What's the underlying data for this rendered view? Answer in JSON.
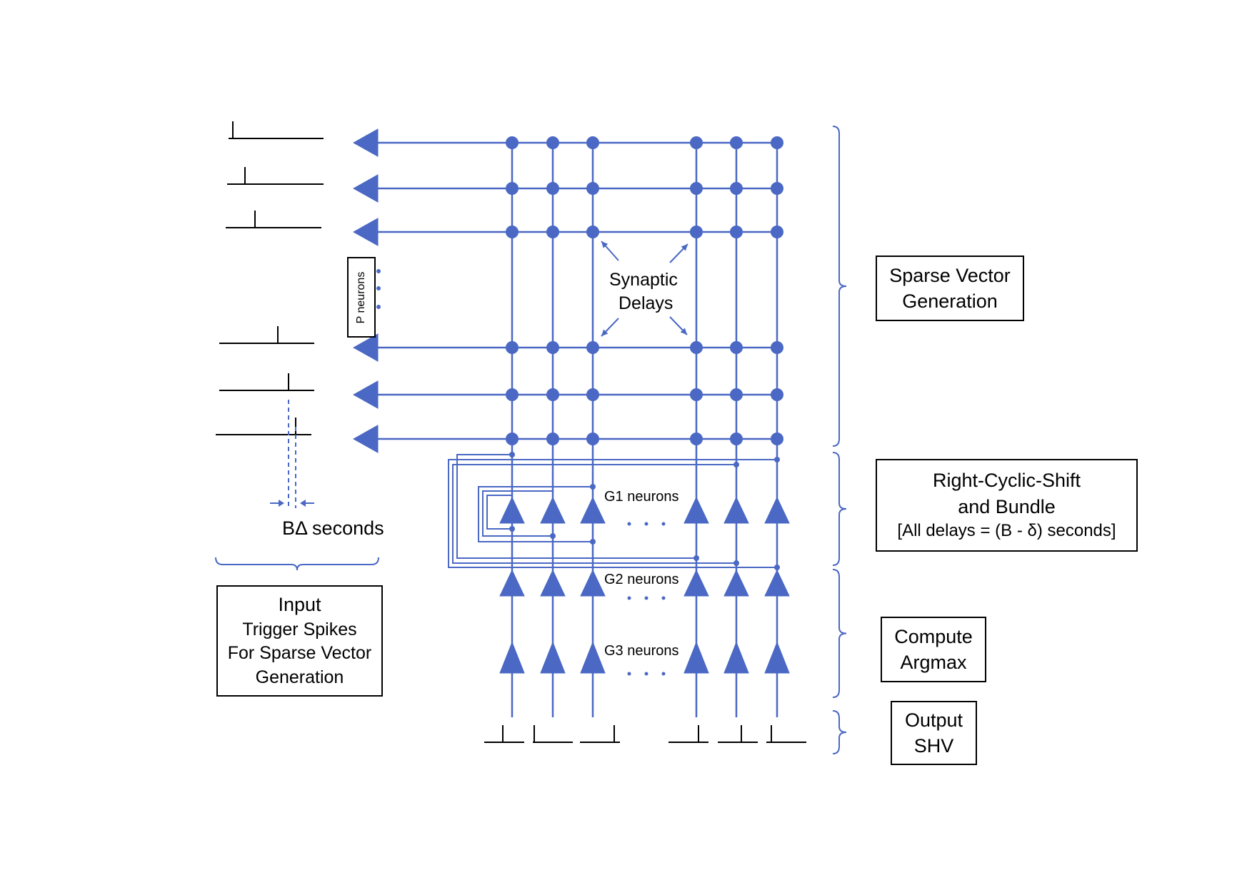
{
  "labels": {
    "synaptic_delays": [
      "Synaptic",
      "Delays"
    ],
    "b_delta": "BΔ seconds",
    "p_neurons": "P neurons",
    "g1": "G1 neurons",
    "g2": "G2 neurons",
    "g3": "G3 neurons",
    "dots": ". . . ."
  },
  "boxes": {
    "sparse": [
      "Sparse Vector",
      "Generation"
    ],
    "shift": [
      "Right-Cyclic-Shift",
      "and Bundle",
      "[All delays = (B - δ) seconds]"
    ],
    "argmax": [
      "Compute",
      "Argmax"
    ],
    "output": [
      "Output",
      "SHV"
    ],
    "input": [
      "Input",
      "Trigger Spikes",
      "For Sparse Vector",
      "Generation"
    ]
  },
  "colors": {
    "line": "#4a68c4",
    "fill": "#4a68c4",
    "ink": "#000000"
  },
  "icons": [
    "row-neuron-triangle-icon",
    "synapse-node-icon",
    "column-neuron-triangle-icon",
    "spike-trace-icon",
    "brace-icon"
  ]
}
